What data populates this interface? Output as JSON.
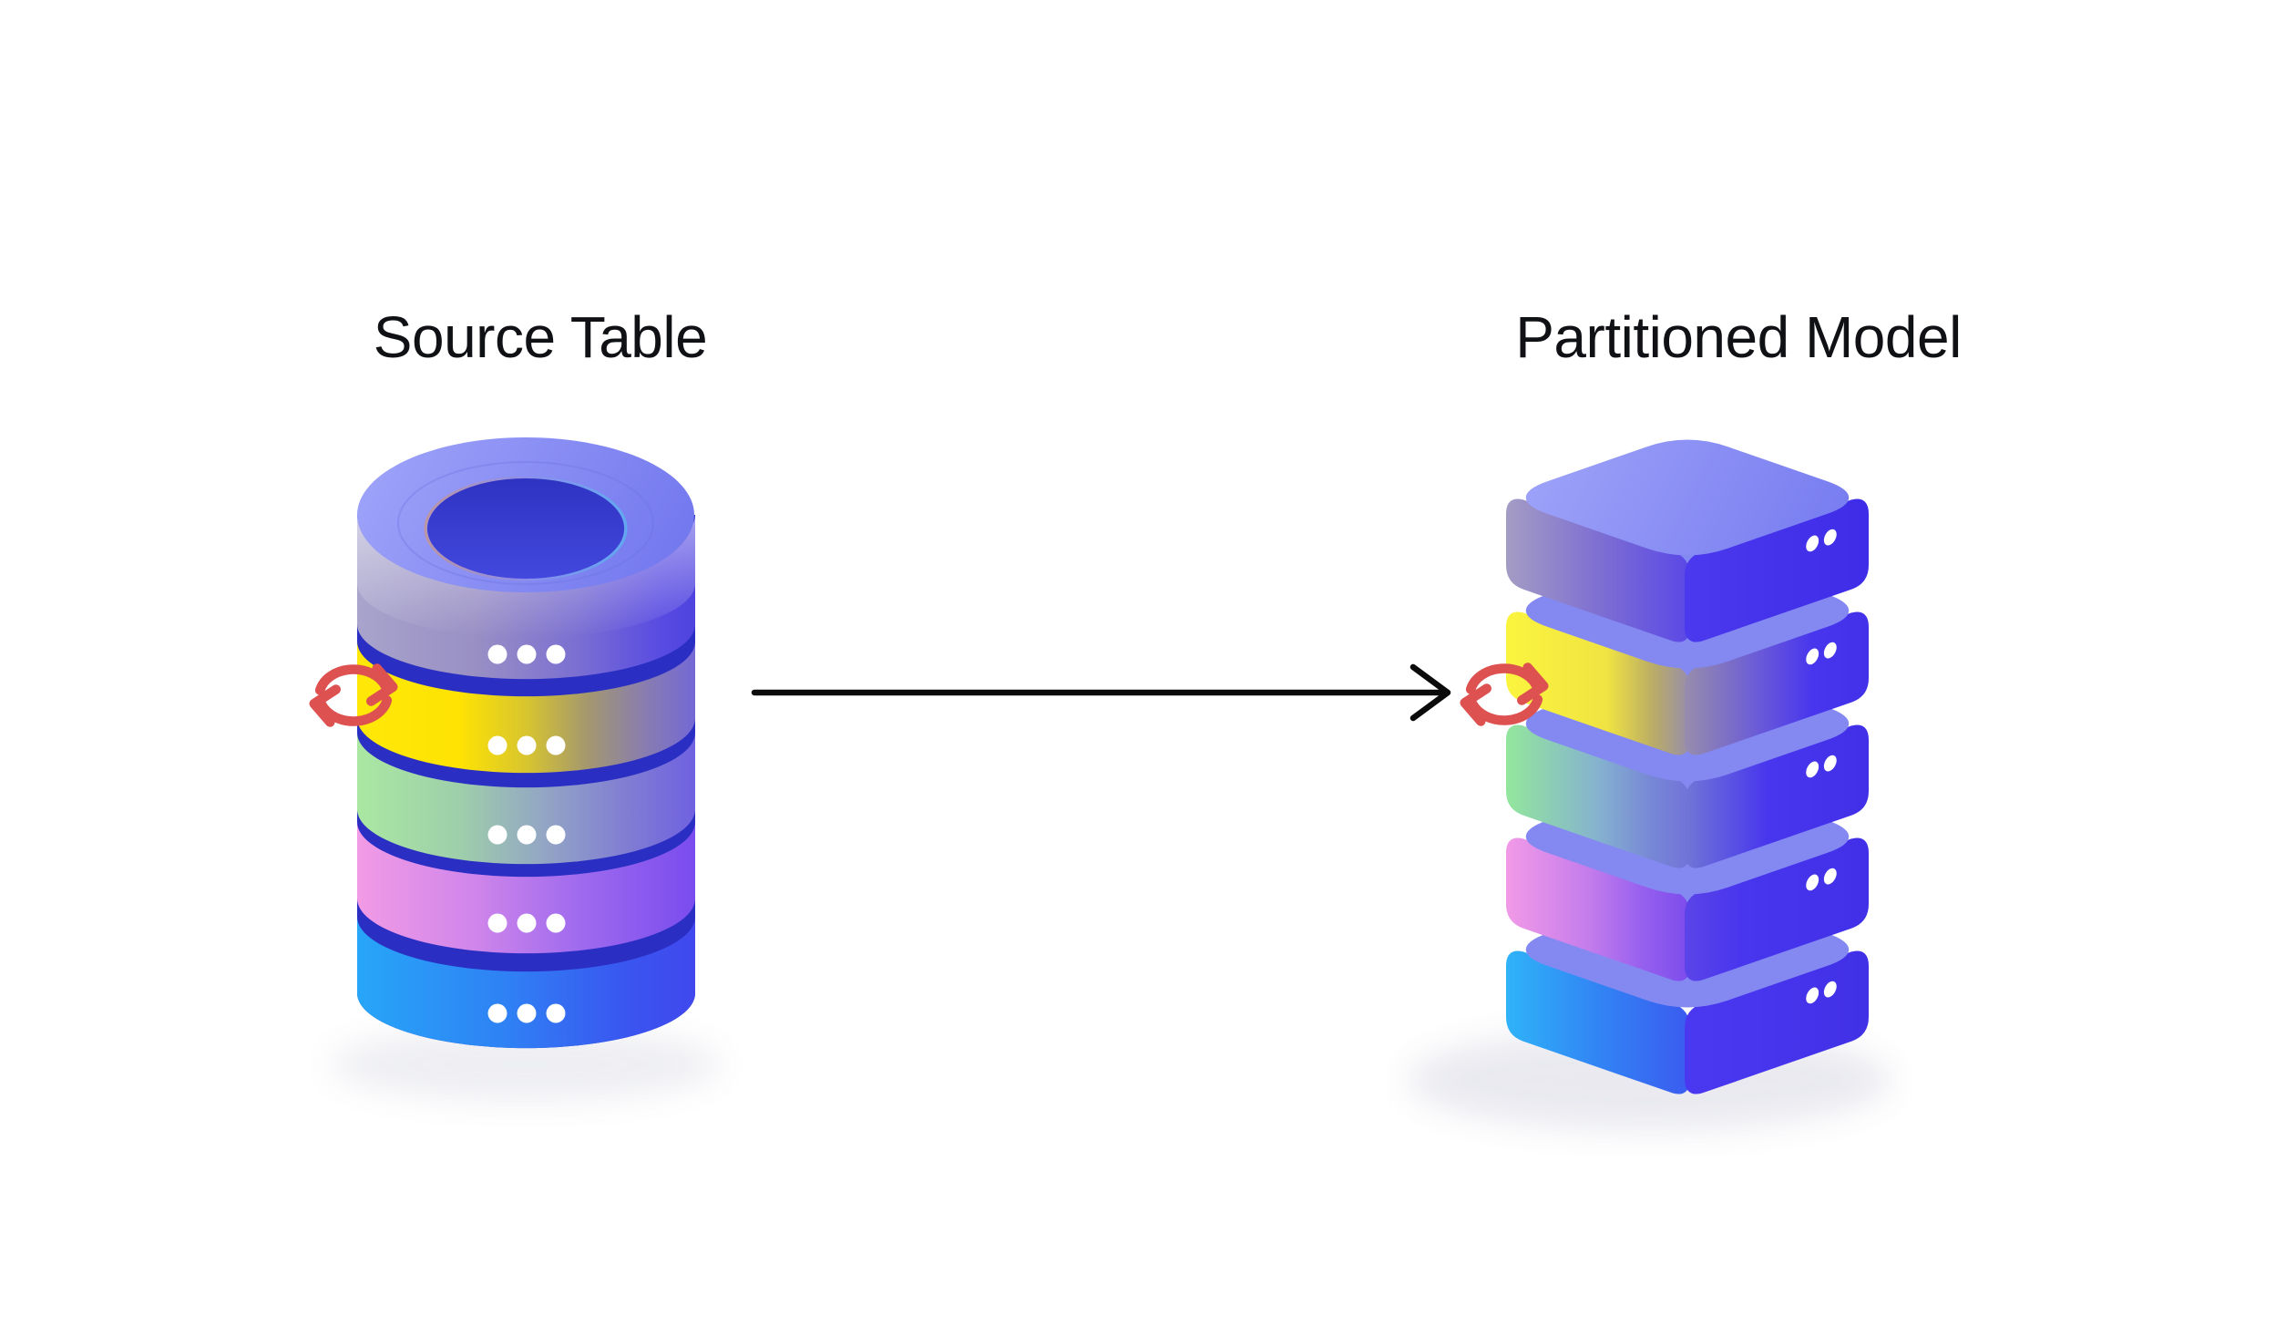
{
  "titles": {
    "source": "Source Table",
    "partitioned": "Partitioned Model"
  },
  "icons": {
    "sync": "sync-refresh-icon",
    "flow": "right-arrow"
  },
  "palette": {
    "background": "#ffffff",
    "title": "#101114",
    "arrow": "#0b0b0b",
    "sync_red": "#dd5151",
    "groove_indigo": "#2b2ec3",
    "rim_periwinkle": "#8489f2",
    "dot_white": "#ffffff",
    "shadow": "#5b5e8a",
    "cyl_top_from": "#9ba0f8",
    "cyl_top_to": "#7277ee",
    "hole_from": "#2f33c2",
    "hole_to": "#4348de",
    "ring_from": "#cc9480",
    "ring_mid": "#8f8fe8",
    "ring_to": "#55baf0",
    "stack_top_from": "#9da2f8",
    "stack_top_to": "#757af0"
  },
  "cylinder": {
    "label": "source database cylinder",
    "dots_per_band": 3,
    "bands": [
      {
        "name": "band-rows-top",
        "color_stops": [
          [
            "0",
            "#a8a4cc"
          ],
          [
            "0.35",
            "#998fc4"
          ],
          [
            "0.65",
            "#7b6fd2"
          ],
          [
            "0.9",
            "#584be2"
          ],
          [
            "1",
            "#4f43e0"
          ]
        ]
      },
      {
        "name": "band-rows-yellow",
        "color_stops": [
          [
            "0",
            "#ffe808"
          ],
          [
            "0.3",
            "#fee303"
          ],
          [
            "0.5",
            "#d8c52e"
          ],
          [
            "0.68",
            "#a4986e"
          ],
          [
            "0.85",
            "#887daf"
          ],
          [
            "1",
            "#7468d6"
          ]
        ]
      },
      {
        "name": "band-rows-green",
        "color_stops": [
          [
            "0",
            "#aae8a2"
          ],
          [
            "0.3",
            "#9ecfaa"
          ],
          [
            "0.55",
            "#93a6c4"
          ],
          [
            "0.78",
            "#8280d2"
          ],
          [
            "1",
            "#6f61e0"
          ]
        ]
      },
      {
        "name": "band-rows-pink",
        "color_stops": [
          [
            "0",
            "#f29be6"
          ],
          [
            "0.35",
            "#cf85ea"
          ],
          [
            "0.65",
            "#a06bee"
          ],
          [
            "1",
            "#7a4cee"
          ]
        ]
      },
      {
        "name": "band-rows-blue",
        "color_stops": [
          [
            "0",
            "#27a6f8"
          ],
          [
            "0.45",
            "#2f80f4"
          ],
          [
            "0.8",
            "#3a55f0"
          ],
          [
            "1",
            "#4048ee"
          ]
        ]
      }
    ]
  },
  "stack": {
    "label": "partitioned model slab stack",
    "dots_per_slab": 2,
    "slabs": [
      {
        "name": "partition-slab-top",
        "left_face_stops": [
          [
            "0",
            "#a39bc4"
          ],
          [
            "0.5",
            "#7e6fd2"
          ],
          [
            "1",
            "#5b49e6"
          ]
        ],
        "right_face_stops": [
          [
            "0",
            "#4b39ee"
          ],
          [
            "1",
            "#3e2ce8"
          ]
        ]
      },
      {
        "name": "partition-slab-yellow",
        "left_face_stops": [
          [
            "0",
            "#fbf43f"
          ],
          [
            "0.55",
            "#f0e342"
          ],
          [
            "0.8",
            "#bcae64"
          ],
          [
            "1",
            "#998fa6"
          ]
        ],
        "right_face_stops": [
          [
            "0",
            "#958bae"
          ],
          [
            "0.4",
            "#6a5ad8"
          ],
          [
            "0.7",
            "#4836ee"
          ],
          [
            "1",
            "#4331e9"
          ]
        ]
      },
      {
        "name": "partition-slab-green",
        "left_face_stops": [
          [
            "0",
            "#93e59e"
          ],
          [
            "0.5",
            "#85b2cf"
          ],
          [
            "0.8",
            "#7787d6"
          ],
          [
            "1",
            "#7174d8"
          ]
        ],
        "right_face_stops": [
          [
            "0",
            "#7074d6"
          ],
          [
            "0.45",
            "#4836ee"
          ],
          [
            "1",
            "#4230e8"
          ]
        ]
      },
      {
        "name": "partition-slab-pink",
        "left_face_stops": [
          [
            "0",
            "#f099e7"
          ],
          [
            "0.45",
            "#c47cec"
          ],
          [
            "0.75",
            "#9660ee"
          ],
          [
            "1",
            "#7d4cec"
          ]
        ],
        "right_face_stops": [
          [
            "0",
            "#5a43e8"
          ],
          [
            "0.3",
            "#4836ee"
          ],
          [
            "1",
            "#4230e8"
          ]
        ]
      },
      {
        "name": "partition-slab-blue",
        "left_face_stops": [
          [
            "0",
            "#2fb2f8"
          ],
          [
            "0.5",
            "#3284f4"
          ],
          [
            "1",
            "#3a5cf0"
          ]
        ],
        "right_face_stops": [
          [
            "0",
            "#4a38f0"
          ],
          [
            "0.35",
            "#4836ee"
          ],
          [
            "1",
            "#4030e6"
          ]
        ]
      }
    ]
  }
}
